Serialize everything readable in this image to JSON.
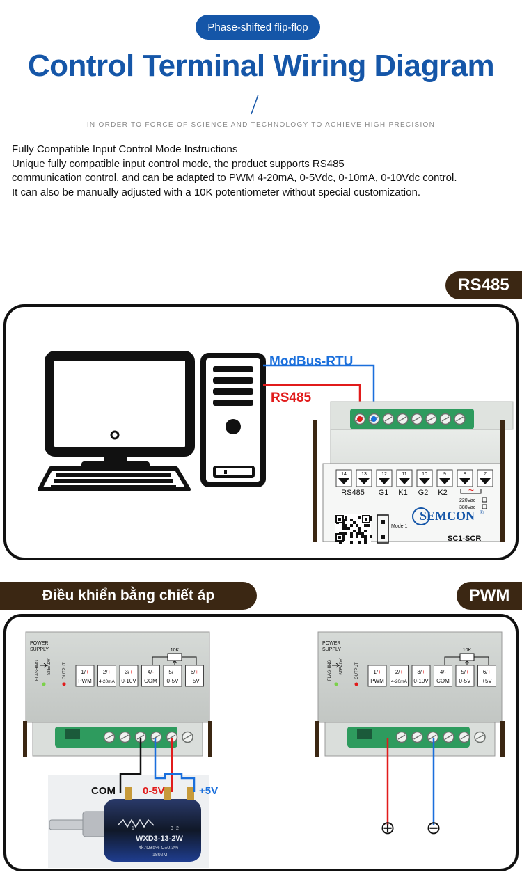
{
  "header": {
    "badge": "Phase-shifted flip-flop",
    "title": "Control Terminal Wiring Diagram",
    "tagline": "IN ORDER TO FORCE OF SCIENCE AND TECHNOLOGY TO ACHIEVE HIGH PRECISION"
  },
  "description": [
    "Fully Compatible Input Control Mode Instructions",
    "Unique fully compatible input control mode, the product supports RS485",
    "communication control, and can be adapted to PWM 4-20mA, 0-5Vdc, 0-10mA, 0-10Vdc control.",
    "It can also be manually adjusted with a 10K potentiometer without special customization."
  ],
  "sections": {
    "rs485_tab": "RS485",
    "pot_tab": "Điều khiển bằng chiết áp",
    "pwm_tab": "PWM"
  },
  "rs485_diagram": {
    "modbus_label": "ModBus-RTU",
    "rs485_label": "RS485",
    "terminal_numbers": [
      "14",
      "13",
      "12",
      "11",
      "10",
      "9",
      "8",
      "7"
    ],
    "terminal_names": [
      "RS485",
      "G1",
      "K1",
      "G2",
      "K2"
    ],
    "ac_symbol": "~",
    "voltage_220": "220Vac",
    "voltage_380": "380Vac",
    "mode_label": "Mode 1",
    "brand": "SEMCON",
    "brand_mark": "®",
    "model": "SC1-SCR"
  },
  "module_label": {
    "power_supply_1": "POWER",
    "power_supply_2": "SUPPLY",
    "flashing": "FLASHING",
    "steady": "STEADY",
    "output": "OUTPUT",
    "pot_value": "10K",
    "pins": [
      {
        "num": "1/",
        "sign": "+",
        "name": "PWM"
      },
      {
        "num": "2/",
        "sign": "+",
        "name": "4-20mA"
      },
      {
        "num": "3/",
        "sign": "+",
        "name": "0-10V"
      },
      {
        "num": "4/",
        "sign": "-",
        "name": "COM"
      },
      {
        "num": "5/",
        "sign": "+",
        "name": "0-5V"
      },
      {
        "num": "6/",
        "sign": "+",
        "name": "+5V"
      }
    ]
  },
  "pot_diagram": {
    "com_label": "COM",
    "v05_label": "0-5V",
    "v5_label": "+5V",
    "pot_model": "WXD3-13-2W",
    "pot_spec": "4k7Ω±5% C±0.3%",
    "pot_code": "1802M",
    "pin1": "1",
    "pin3": "3",
    "pin2": "2"
  },
  "pwm_diagram": {
    "plus": "⊕",
    "minus": "⊖"
  },
  "colors": {
    "brand_blue": "#1556a8",
    "tab_brown": "#3b2713",
    "wire_red": "#e11b1b",
    "wire_blue": "#1a6fdc"
  }
}
